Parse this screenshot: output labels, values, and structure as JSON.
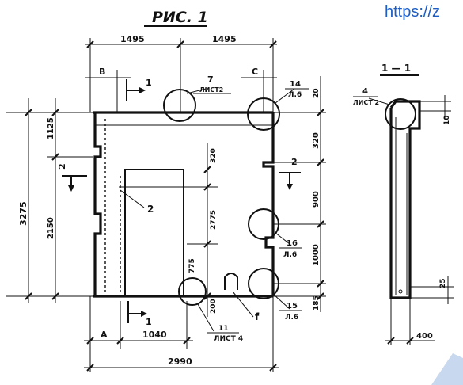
{
  "title": "РИС. 1",
  "url": "https://z",
  "section_title": "1 — 1",
  "dims": {
    "top_left": "1495",
    "top_right": "1495",
    "total_width": "2990",
    "total_height": "3275",
    "left_upper": "1125",
    "left_lower": "2150",
    "right_320_top": "320",
    "right_900": "900",
    "right_1000": "1000",
    "right_185": "185",
    "right_top_20": "20",
    "inner_320": "320",
    "inner_2775": "2775",
    "inner_775": "775",
    "inner_200": "200",
    "bottom_1040": "1040",
    "section_10": "10",
    "section_25": "25",
    "section_400": "400"
  },
  "labels": {
    "B": "B",
    "C": "C",
    "A": "A",
    "cut1_top": "1",
    "cut1_bottom": "1",
    "cut2_left": "2",
    "cut2_right": "2",
    "item_f": "f",
    "item_2": "2"
  },
  "callouts": {
    "c7_num": "7",
    "c7_sheet": "ЛИСТ2",
    "c14_num": "14",
    "c14_sheet": "Л.6",
    "c16_num": "16",
    "c16_sheet": "Л.6",
    "c15_num": "15",
    "c15_sheet": "Л.6",
    "c11_num": "11",
    "c11_sheet": "ЛИСТ 4",
    "c4_num": "4",
    "c4_sheet": "ЛИСТ 2"
  }
}
